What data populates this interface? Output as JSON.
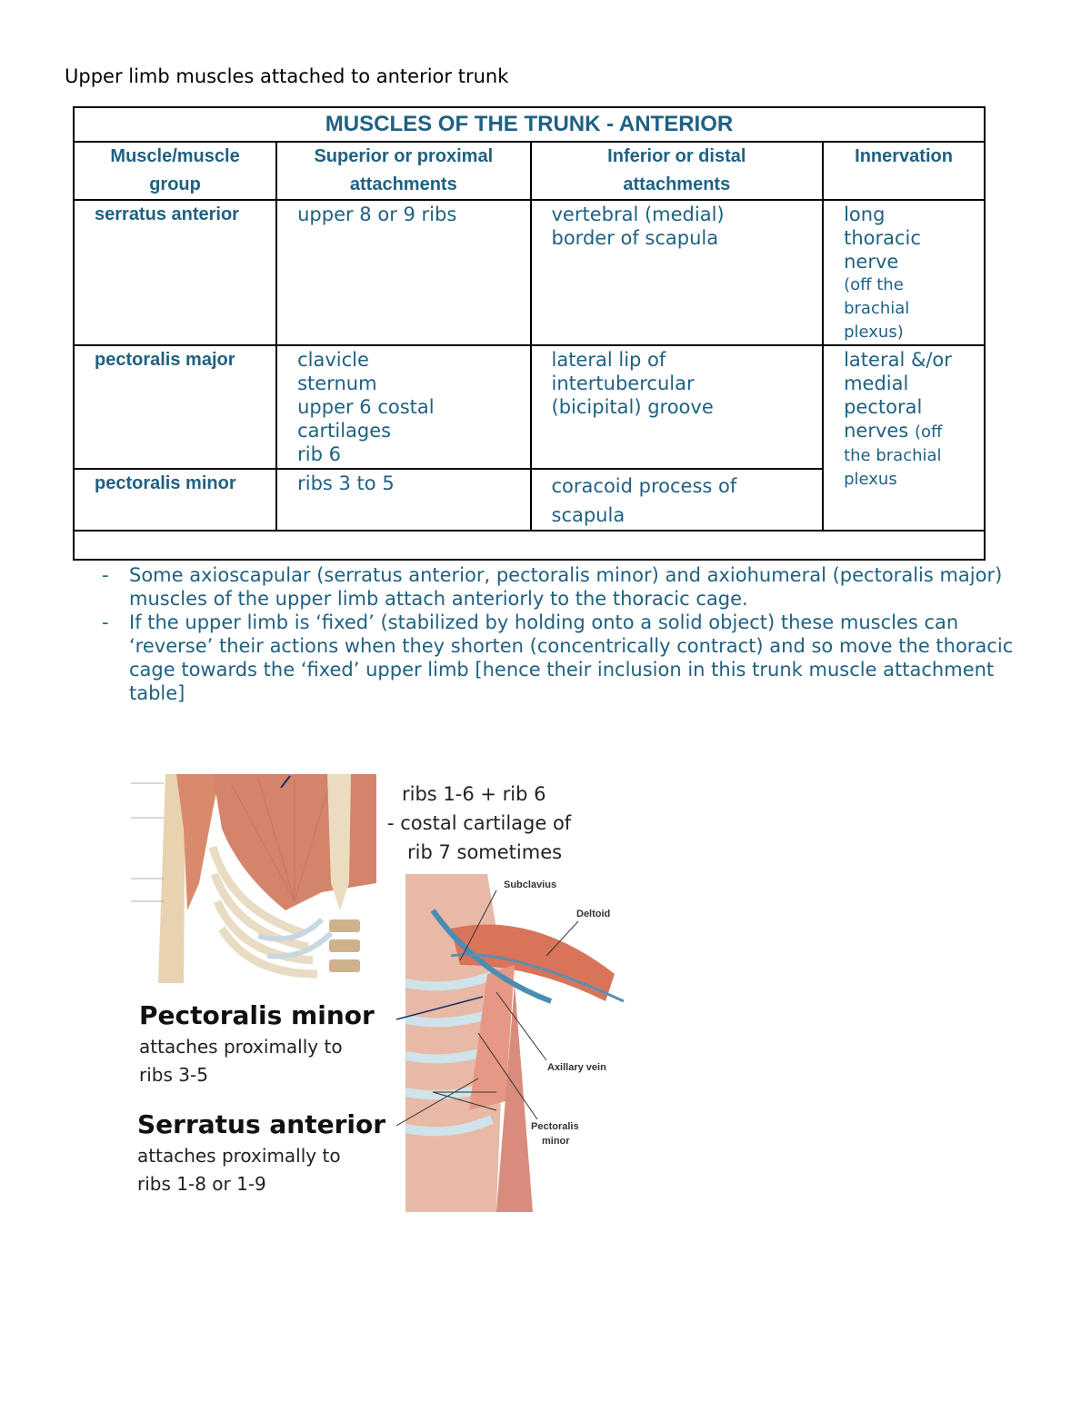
{
  "document": {
    "title": "Upper limb muscles attached to anterior trunk"
  },
  "table": {
    "caption": "MUSCLES OF THE TRUNK - ANTERIOR",
    "headers": [
      [
        "Muscle/muscle",
        "group"
      ],
      [
        "Superior or proximal",
        "attachments"
      ],
      [
        "Inferior or distal",
        "attachments"
      ],
      [
        "Innervation"
      ]
    ],
    "rows": [
      {
        "muscle": "serratus anterior",
        "proximal": [
          "upper 8 or 9 ribs"
        ],
        "distal": [
          "vertebral (medial)",
          "border of scapula"
        ],
        "innervation": {
          "main": [
            "long",
            "thoracic",
            "nerve"
          ],
          "note": [
            "(off the",
            "brachial",
            "plexus)"
          ]
        }
      },
      {
        "muscle": "pectoralis major",
        "proximal": [
          "clavicle",
          "sternum",
          "upper 6 costal",
          "cartilages",
          "rib 6"
        ],
        "distal": [
          "lateral lip of",
          "intertubercular",
          "(bicipital) groove"
        ],
        "innervation": {
          "main": [
            "lateral &/or",
            "medial",
            "pectoral",
            "nerves"
          ],
          "note_inline": "(off",
          "note": [
            "the brachial",
            "plexus"
          ]
        }
      },
      {
        "muscle": "pectoralis minor",
        "proximal": [
          "ribs 3 to 5"
        ],
        "distal": [
          "coracoid process of",
          "scapula"
        ]
      }
    ]
  },
  "bullets": {
    "marker": "-",
    "items": [
      "Some axioscapular (serratus anterior, pectoralis minor) and axiohumeral (pectoralis major) muscles of the upper limb attach anteriorly to the thoracic cage.",
      "If the upper limb is ‘fixed’ (stabilized by holding onto a solid object) these muscles can ‘reverse’ their actions when they shorten (concentrically contract) and so move the thoracic cage towards the ‘fixed’ upper limb [hence their inclusion in this trunk muscle attachment table]"
    ]
  },
  "figure": {
    "annotation_top": [
      "ribs 1-6 + rib 6",
      "- costal cartilage of",
      "rib 7 sometimes"
    ],
    "pec_minor": {
      "heading": "Pectoralis minor",
      "lines": [
        "attaches proximally to",
        "ribs 3-5"
      ]
    },
    "serratus": {
      "heading": "Serratus anterior",
      "lines": [
        "attaches proximally to",
        "ribs 1-8 or 1-9"
      ]
    },
    "illustration_labels": [
      "Subclavius",
      "Deltoid",
      "Axillary vein",
      "Pectoralis",
      "minor"
    ]
  },
  "colors": {
    "table_text": "#1f6182",
    "body_text": "#000000",
    "border": "#000000"
  }
}
